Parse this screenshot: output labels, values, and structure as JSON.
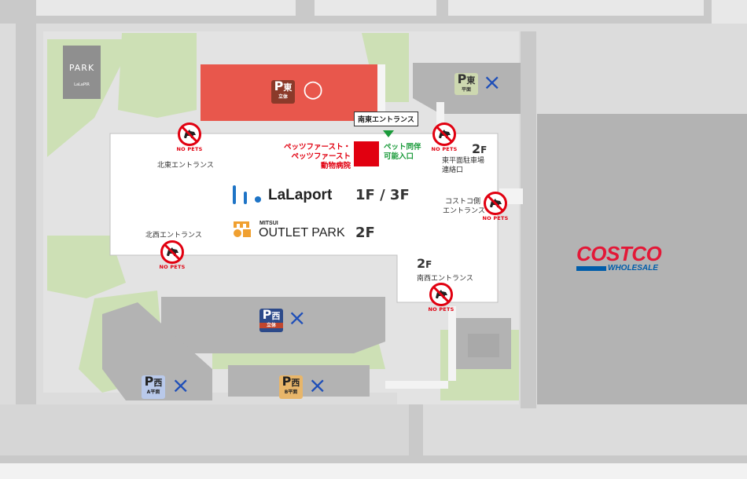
{
  "colors": {
    "background": "#dcdcdc",
    "road": "#c9c9c9",
    "building": "#b8b8b8",
    "mall": "#ffffff",
    "green": "#c7ddb0",
    "parking_east_tower": "#e8574c",
    "pet_red": "#e10010",
    "pet_green": "#1a9a3a",
    "lalaport_blue": "#1e74c6",
    "costco_red": "#e31837",
    "costco_blue": "#005daa",
    "mark_blue": "#1f4fb8"
  },
  "park_sign": {
    "title": "PARK",
    "brand": "LaLaPIR"
  },
  "parking": {
    "east_tower": {
      "letter": "P",
      "kanji": "東",
      "type": "立体",
      "status": "○",
      "color": "#8b3a2a"
    },
    "east_flat": {
      "letter": "P",
      "kanji": "東",
      "type": "平面",
      "status": "×",
      "color": "#cdd8b0"
    },
    "west_tower": {
      "letter": "P",
      "kanji": "西",
      "type": "立体",
      "status": "×",
      "color": "#2c4a8a"
    },
    "west_a": {
      "letter": "P",
      "kanji": "西",
      "type": "A平面",
      "status": "×",
      "color": "#b9c9ea"
    },
    "west_b": {
      "letter": "P",
      "kanji": "西",
      "type": "B平面",
      "status": "×",
      "color": "#e8b66a"
    }
  },
  "entrances": {
    "southeast": "南東エントランス",
    "north_east": "北東エントランス",
    "east_flat_link": "東平面駐車場\n連絡口",
    "costco_side": "コストコ側\nエントランス",
    "northwest": "北西エントランス",
    "southwest": "南西エントランス"
  },
  "no_pets_label": "NO PETS",
  "pet_first": {
    "lines": [
      "ペッツファースト・",
      "ペッツファースト",
      "動物病院"
    ]
  },
  "pet_entry": {
    "lines": [
      "ペット同伴",
      "可能入口"
    ]
  },
  "floors": {
    "east": {
      "num": "2",
      "f": "F"
    },
    "southwest": {
      "num": "2",
      "f": "F"
    }
  },
  "lalaport": {
    "name": "LaLaport",
    "floors": "1F / 3F"
  },
  "outlet": {
    "mitsui": "MITSUI",
    "name": "OUTLET PARK",
    "floor": "2F"
  },
  "costco": {
    "name": "COSTCO",
    "sub": "WHOLESALE"
  }
}
